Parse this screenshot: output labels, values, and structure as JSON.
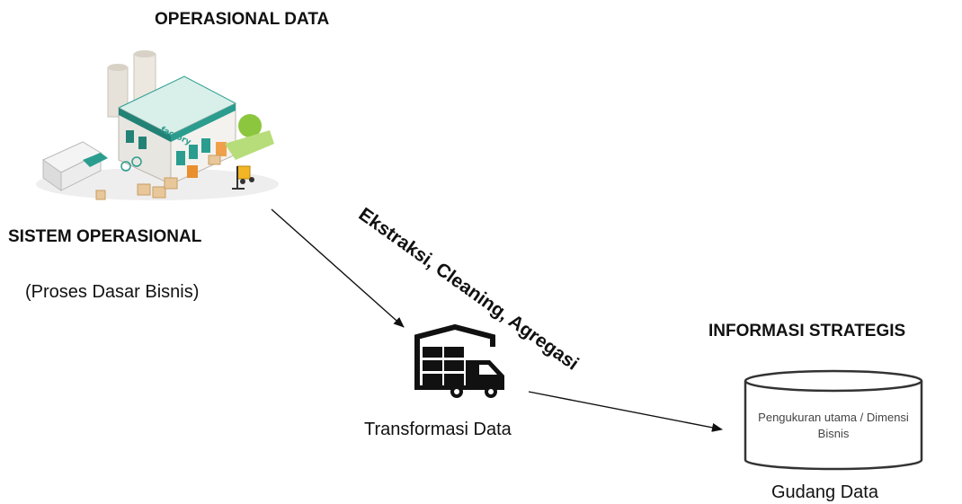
{
  "labels": {
    "operasional_data": "OPERASIONAL DATA",
    "sistem_operasional": "SISTEM OPERASIONAL",
    "proses_dasar": "(Proses Dasar Bisnis)",
    "process_label": "Ekstraksi, Cleaning, Agregasi",
    "transformasi": "Transformasi Data",
    "informasi_strategis": "INFORMASI STRATEGIS",
    "cylinder_text": "Pengukuran utama / Dimensi Bisnis",
    "gudang_data": "Gudang Data"
  },
  "factory_sign": "factory",
  "icons": [
    "factory-illustration",
    "warehouse-truck-icon",
    "database-cylinder-icon"
  ],
  "colors": {
    "text": "#111111",
    "factory_teal": "#2a9d8f",
    "factory_wall": "#e8e6e1",
    "icon_dark": "#111111",
    "cylinder_stroke": "#333333"
  }
}
